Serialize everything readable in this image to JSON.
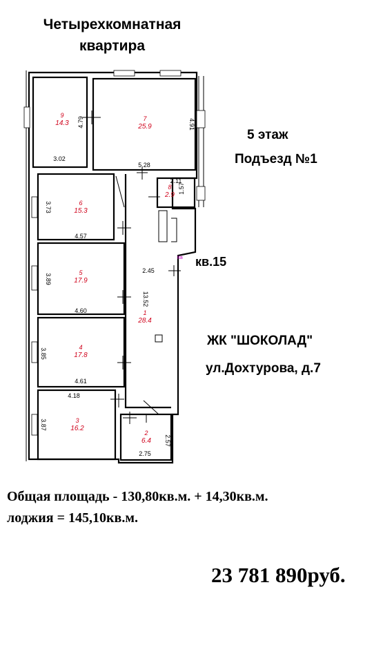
{
  "title": {
    "line1": "Четырехкомнатная",
    "line2": "квартира"
  },
  "floor_label": "5 этаж",
  "entrance_label": "Подъезд №1",
  "apartment_label": "кв.15",
  "complex_label": "ЖК \"ШОКОЛАД\"",
  "address_label": "ул.Дохтурова, д.7",
  "area_line1": "Общая площадь - 130,80кв.м. + 14,30кв.м.",
  "area_line2": "лоджия = 145,10кв.м.",
  "price": "23 781 890руб.",
  "plan": {
    "apartment_mark": "Кв",
    "rooms": [
      {
        "number": "9",
        "area": "14.3"
      },
      {
        "number": "7",
        "area": "25.9"
      },
      {
        "number": "8",
        "area": "2.9"
      },
      {
        "number": "6",
        "area": "15.3"
      },
      {
        "number": "5",
        "area": "17.9"
      },
      {
        "number": "1",
        "area": "28.4"
      },
      {
        "number": "4",
        "area": "17.8"
      },
      {
        "number": "3",
        "area": "16.2"
      },
      {
        "number": "2",
        "area": "6.4"
      }
    ],
    "dimensions": {
      "r9_height": "4.79",
      "r9_width": "3.02",
      "r7_height": "4.91",
      "r7_width": "5.28",
      "r8_width": "2.11",
      "r8_height": "1.57",
      "r6_height": "3.73",
      "r6_width": "4.57",
      "r5_height": "3.89",
      "r5_width": "4.60",
      "r4_height": "3.85",
      "r4_width": "4.61",
      "r3_top": "4.18",
      "r3_height": "3.87",
      "r2_height": "2.57",
      "r2_width": "2.75",
      "corridor_width": "2.45",
      "corridor_length": "13.52"
    }
  }
}
